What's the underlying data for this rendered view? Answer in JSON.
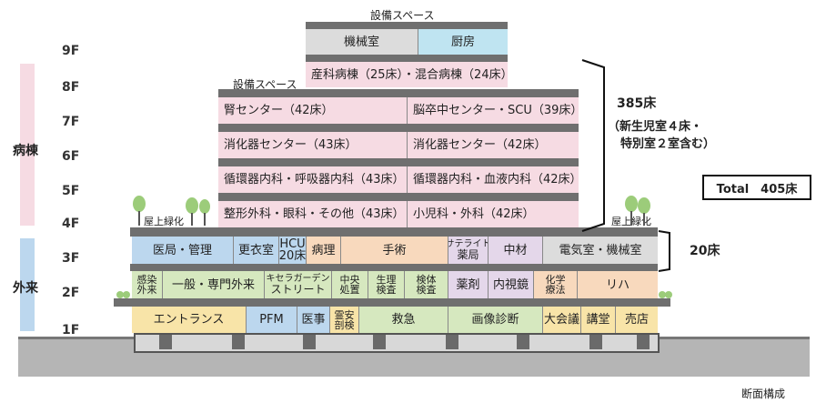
{
  "side_labels": {
    "ward": "病棟",
    "outpatient": "外来"
  },
  "floors": [
    "9F",
    "8F",
    "7F",
    "6F",
    "5F",
    "4F",
    "3F",
    "2F",
    "1F"
  ],
  "annotations": {
    "equip_space_top": "設備スペース",
    "equip_space_left": "設備スペース",
    "rooftop_green_left": "屋上緑化",
    "rooftop_green_right": "屋上緑化",
    "beds_385": "385床",
    "beds_385_note1": "（新生児室４床・",
    "beds_385_note2": "特別室２室含む）",
    "beds_20": "20床",
    "total": "Total　405床",
    "caption": "断面構成"
  },
  "rooms": {
    "f9": [
      "機械室",
      "厨房"
    ],
    "f8": [
      "産科病棟（25床）・混合病棟（24床）"
    ],
    "f7": [
      "腎センター（42床）",
      "脳卒中センター・SCU（39床）"
    ],
    "f6": [
      "消化器センター（43床）",
      "消化器センター（42床）"
    ],
    "f5": [
      "循環器内科・呼吸器内科（43床）",
      "循環器内科・血液内科（42床）"
    ],
    "f4": [
      "整形外科・眼科・その他（43床）",
      "小児科・外科（42床）"
    ],
    "f3": [
      "医局・管理",
      "更衣室",
      "HCU",
      "（20床）",
      "病理",
      "手術",
      "サテライト",
      "薬局",
      "中材",
      "電気室・機械室"
    ],
    "f2": [
      "感染",
      "外来",
      "一般・専門外来",
      "キセラガーデン",
      "ストリート",
      "中央",
      "処置",
      "生理",
      "検査",
      "検体",
      "検査",
      "薬剤",
      "内視鏡",
      "化学",
      "療法",
      "リハ"
    ],
    "f1": [
      "エントランス",
      "PFM",
      "医事",
      "霊安",
      "剖検",
      "救急",
      "画像診断",
      "大会議",
      "講堂",
      "売店"
    ]
  },
  "colors": {
    "ward": "#f6dbe3",
    "admin": "#bcd7ee",
    "outpatient": "#d6e8bf",
    "pharmacy": "#e4d7ea",
    "surgery": "#f8d9bd",
    "entrance": "#f8e4a8",
    "machine": "#dcdcdc",
    "kitchen": "#bfe4f1",
    "slab": "#6f6f6f"
  }
}
